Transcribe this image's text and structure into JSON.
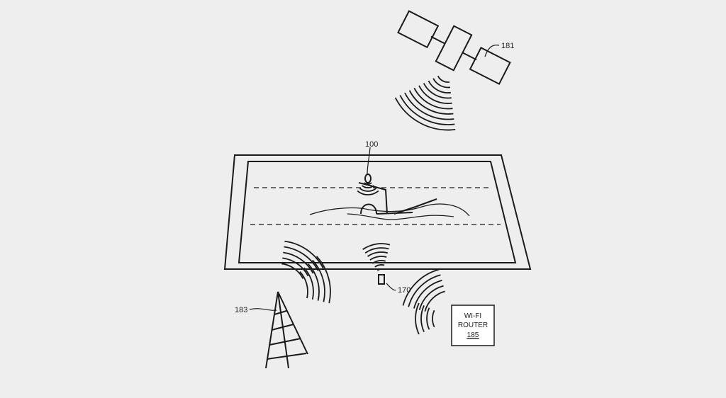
{
  "labels": {
    "satellite": "181",
    "user_device": "100",
    "pool_sensor": "170",
    "cell_tower": "183",
    "router_line1": "WI-FI",
    "router_line2": "ROUTER",
    "router_ref": "185"
  },
  "colors": {
    "background": "#eeeeee",
    "ink": "#1a1a1a",
    "router_fill": "#ffffff"
  }
}
